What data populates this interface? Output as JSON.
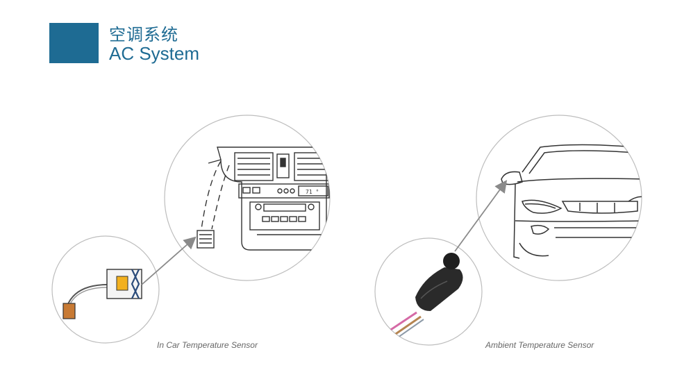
{
  "header": {
    "title_cn": "空调系统",
    "title_en": "AC System",
    "accent_color": "#1e6b93"
  },
  "display": {
    "dash_readout": "71 °"
  },
  "figures": {
    "left_caption": "In Car Temperature Sensor",
    "right_caption": "Ambient Temperature Sensor"
  }
}
